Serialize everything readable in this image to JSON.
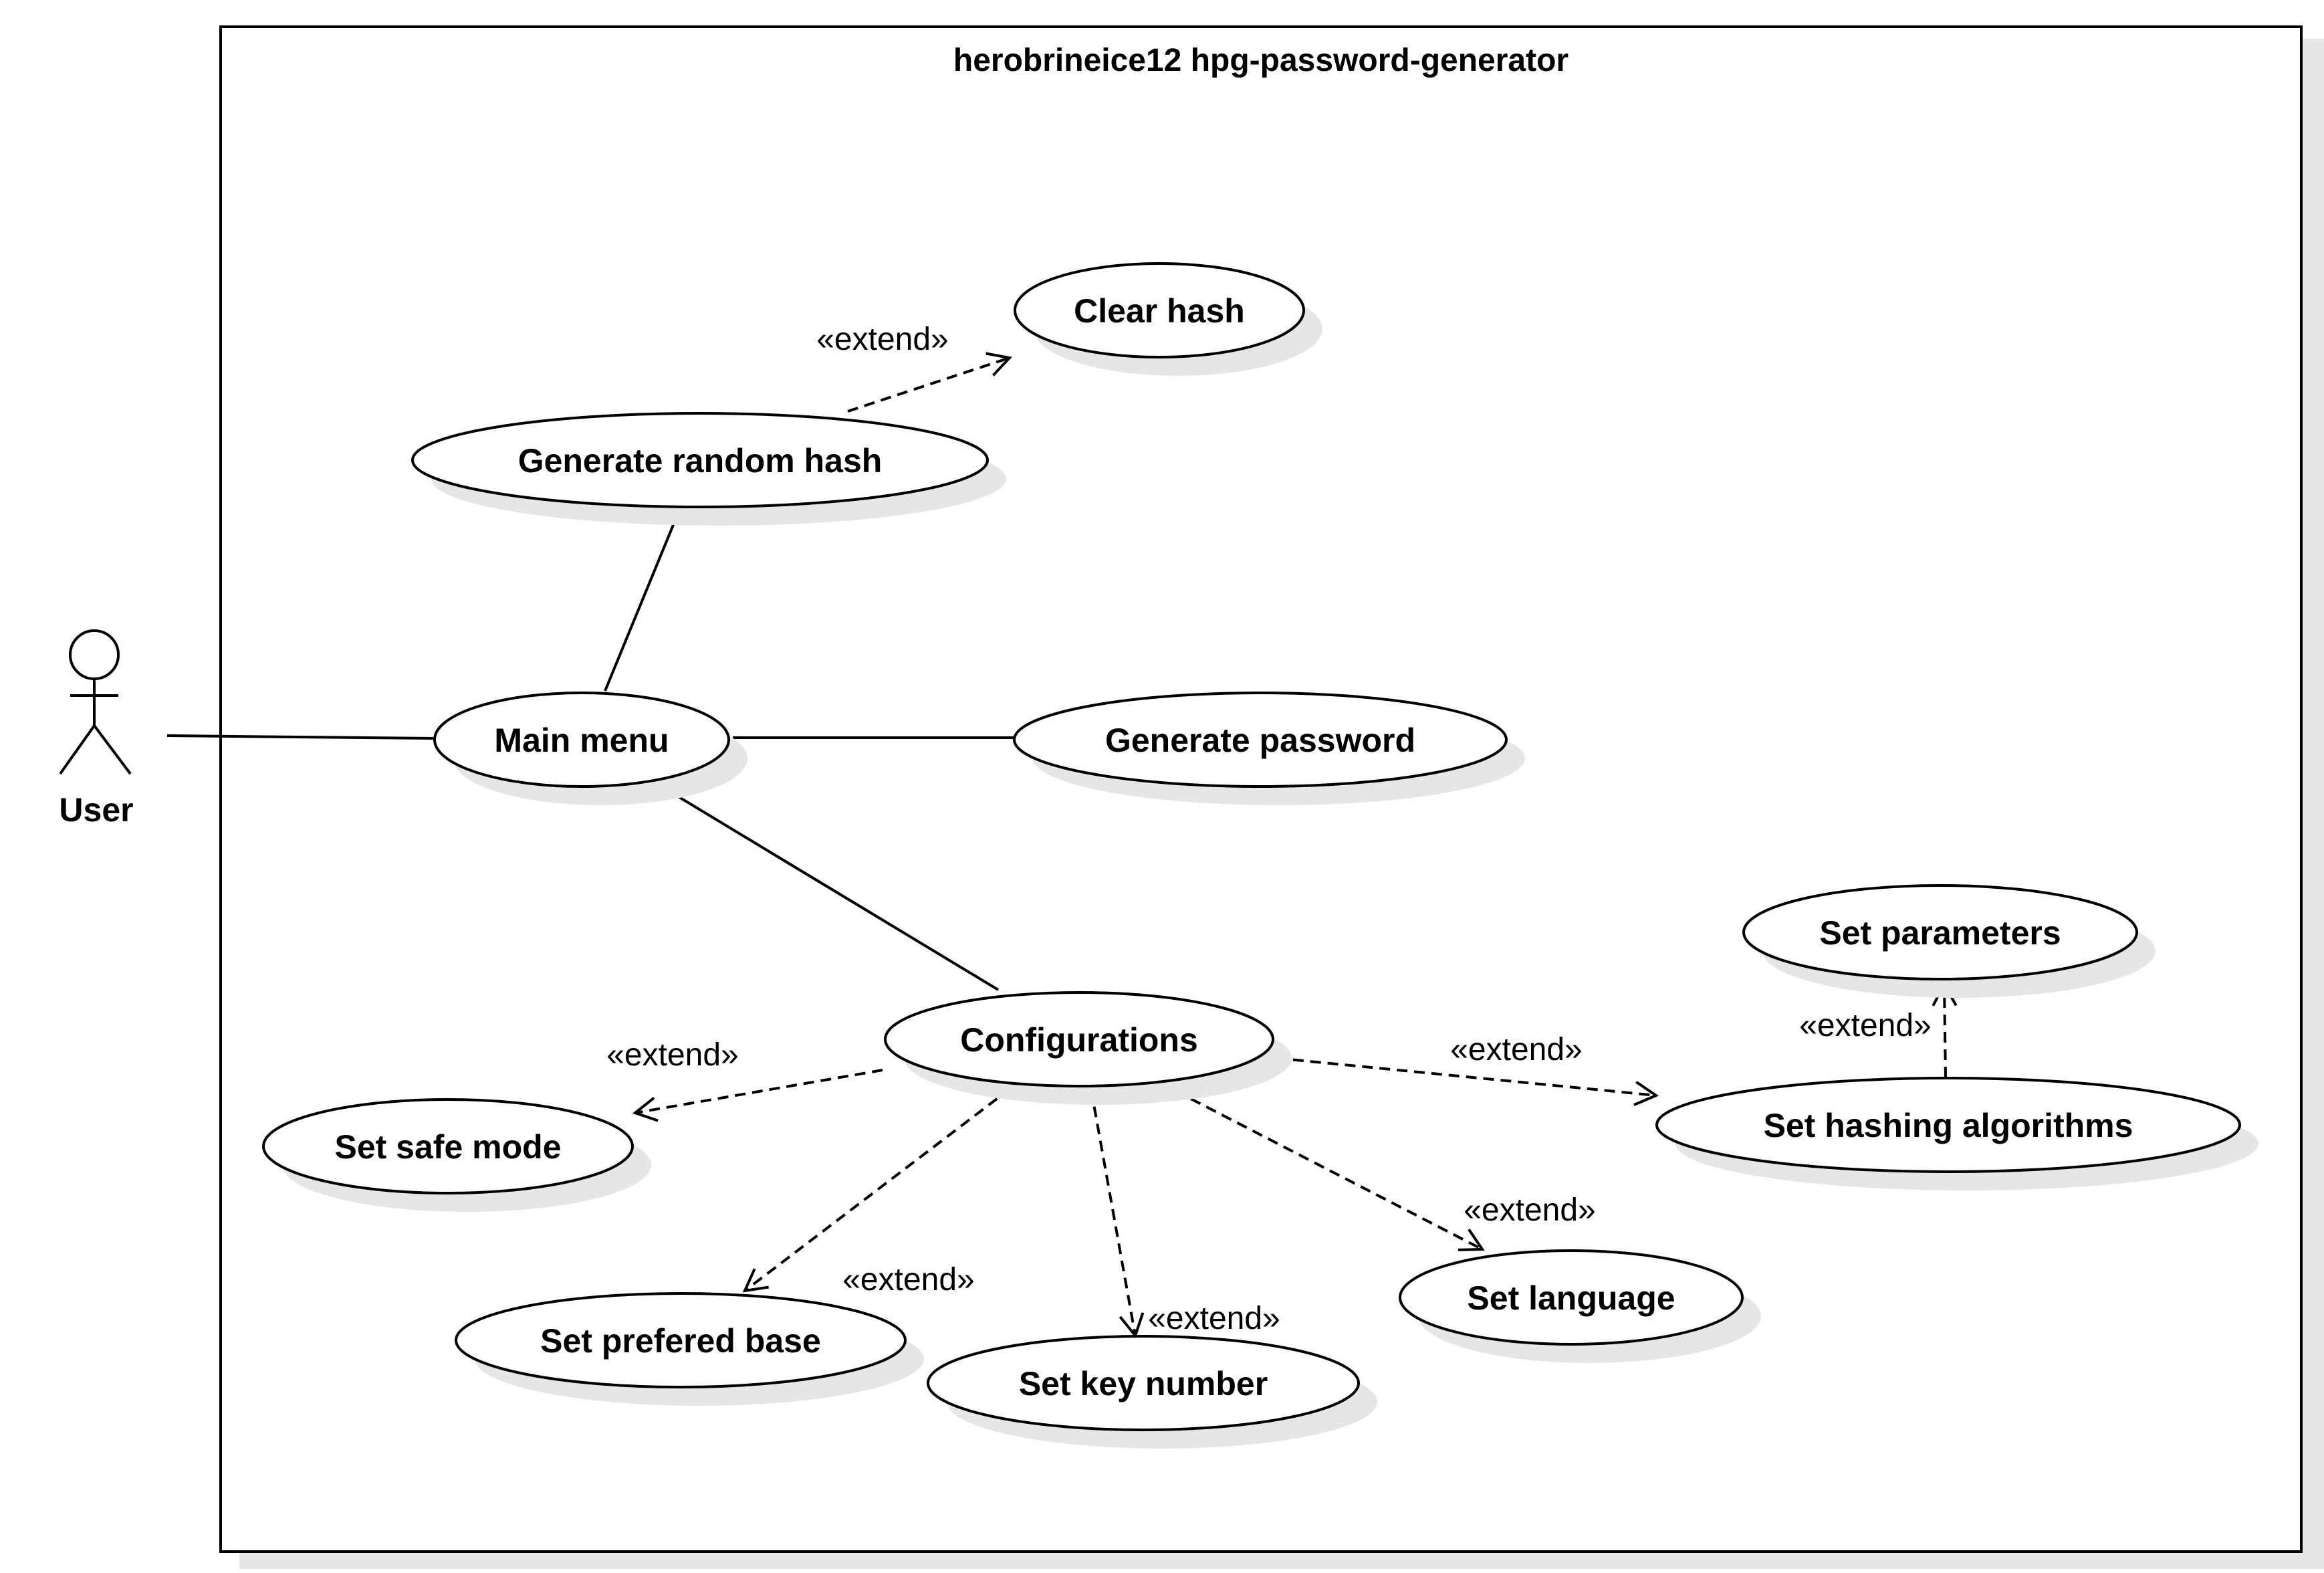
{
  "title": "herobrineice12 hpg-password-generator",
  "actor": {
    "label": "User"
  },
  "use_cases": {
    "clear_hash": "Clear hash",
    "generate_random_hash": "Generate random hash",
    "main_menu": "Main menu",
    "generate_password": "Generate password",
    "set_parameters": "Set parameters",
    "configurations": "Configurations",
    "set_hashing_algorithms": "Set hashing algorithms",
    "set_safe_mode": "Set safe mode",
    "set_language": "Set language",
    "set_prefered_base": "Set prefered base",
    "set_key_number": "Set key number"
  },
  "stereotype": "«extend»",
  "relationships": {
    "associations": [
      [
        "User",
        "Main menu"
      ],
      [
        "Main menu",
        "Generate random hash"
      ],
      [
        "Main menu",
        "Generate password"
      ],
      [
        "Main menu",
        "Configurations"
      ]
    ],
    "extends": [
      [
        "Generate random hash",
        "Clear hash"
      ],
      [
        "Configurations",
        "Set safe mode"
      ],
      [
        "Configurations",
        "Set prefered base"
      ],
      [
        "Configurations",
        "Set key number"
      ],
      [
        "Configurations",
        "Set language"
      ],
      [
        "Configurations",
        "Set hashing algorithms"
      ],
      [
        "Set hashing algorithms",
        "Set parameters"
      ]
    ]
  },
  "colors": {
    "stroke": "#000000",
    "background": "#ffffff",
    "shadow": "#e6e6e6"
  }
}
